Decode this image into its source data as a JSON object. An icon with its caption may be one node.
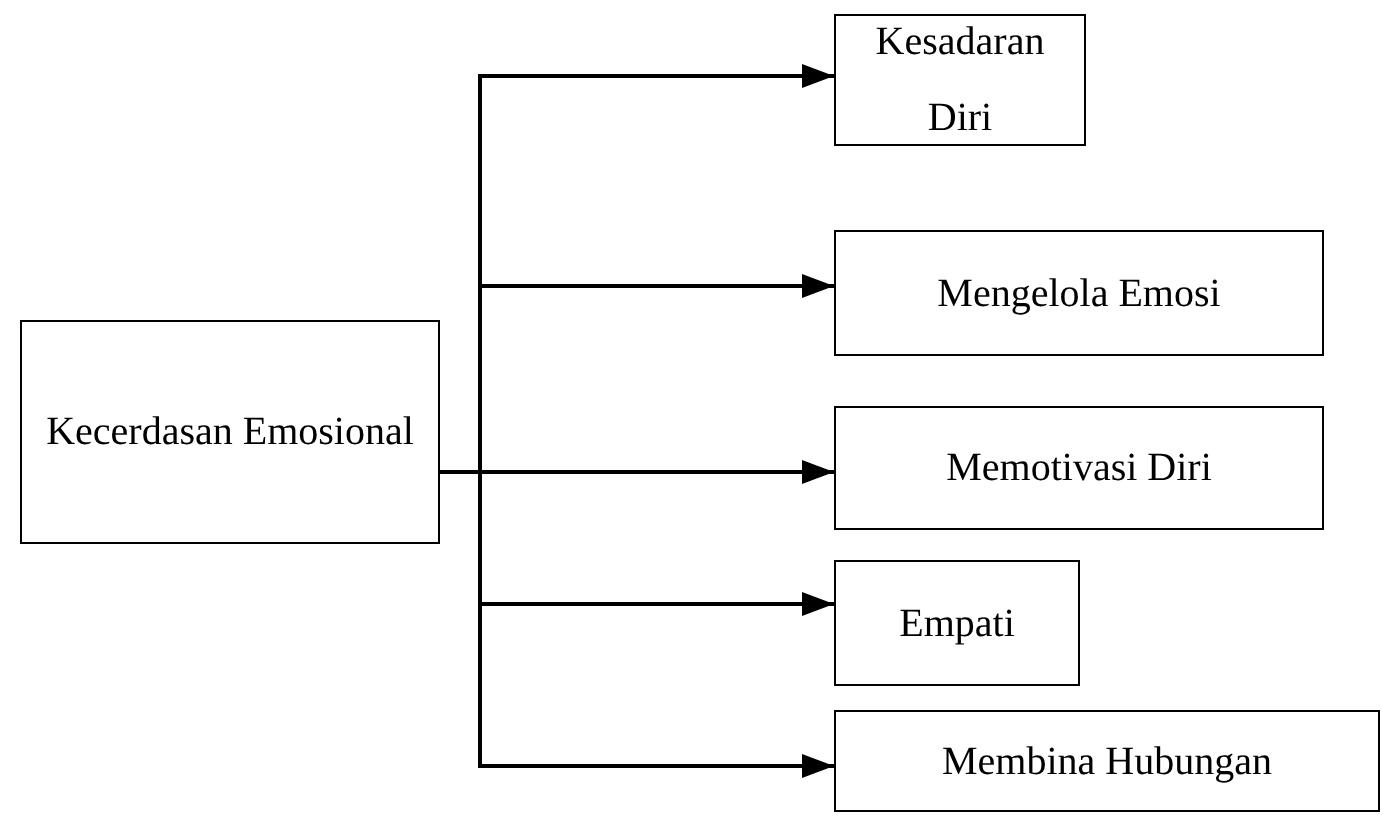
{
  "diagram": {
    "nodes": [
      {
        "text": [
          "Kecerdasan Emosional"
        ]
      },
      {
        "text": [
          "Kesadaran Diri"
        ]
      },
      {
        "text": [
          "Mengelola Emosi"
        ]
      },
      {
        "text": [
          "Memotivasi Diri"
        ]
      },
      {
        "text": [
          "Empati"
        ]
      },
      {
        "text": [
          "Membina Hubungan"
        ]
      }
    ],
    "edges": [
      {
        "from": 0,
        "to": 1,
        "arrow": "to"
      },
      {
        "from": 0,
        "to": 2,
        "arrow": "to"
      },
      {
        "from": 0,
        "to": 3,
        "arrow": "to"
      },
      {
        "from": 0,
        "to": 4,
        "arrow": "to"
      },
      {
        "from": 0,
        "to": 5,
        "arrow": "to"
      }
    ]
  }
}
